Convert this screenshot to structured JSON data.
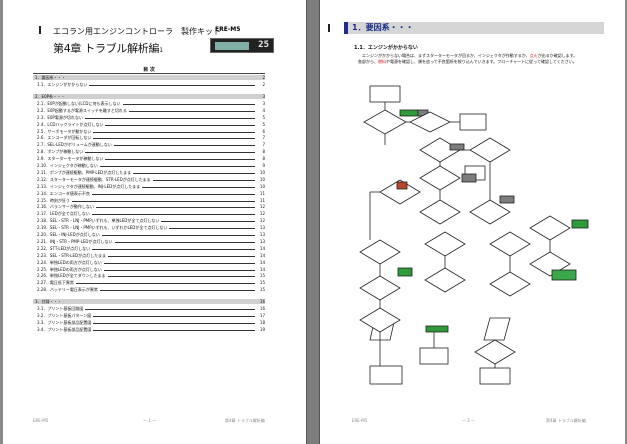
{
  "left_page": {
    "title_line1": "エコラン用エンジンコントローラ　製作キット",
    "badge": "ERE-M5",
    "title_line2_main": "第4章 トラブル解析編",
    "title_line2_small": "1",
    "lcd_value": "25",
    "toc_heading": "目 次",
    "sections": [
      {
        "label": "1．要因系・・・",
        "page": "2",
        "items": [
          {
            "label": "1.1．エンジンがかからない",
            "page": "2"
          }
        ]
      },
      {
        "label": "2．E0P系・・・",
        "page": "3",
        "items": [
          {
            "label": "2.1．E0Pが起動しない(LCDに何も表示しない",
            "page": "3"
          },
          {
            "label": "2.2．E0P起動するが電源スイッチを離すと切れる",
            "page": "4"
          },
          {
            "label": "2.3．E0P電源が切れない",
            "page": "5"
          },
          {
            "label": "2.4．LCDバックライトが点灯しない",
            "page": "5"
          },
          {
            "label": "2.5．サーボモータが動かない",
            "page": "6"
          },
          {
            "label": "2.6．エンコーダが回転しない",
            "page": "7"
          },
          {
            "label": "2.7．SEL-LEDがボリュームが連動しない",
            "page": "7"
          },
          {
            "label": "2.8．ポンプが稼動しない",
            "page": "8"
          },
          {
            "label": "2.9．スターターモータが稼動しない",
            "page": "8"
          },
          {
            "label": "2.10．インジェクタが稼動しない",
            "page": "9"
          },
          {
            "label": "2.11．ポンプが連続駆動、PMP-LEDが点灯したまま",
            "page": "10"
          },
          {
            "label": "2.12．スターターモータが連続駆動、STR-LEDが点灯したまま",
            "page": "10"
          },
          {
            "label": "2.13．インジェクタが連続駆動、INJ-LEDが点灯したまま",
            "page": "10"
          },
          {
            "label": "2.14．エンコーダ値表示不良",
            "page": "11"
          },
          {
            "label": "2.15．時刻が狂う",
            "page": "11"
          },
          {
            "label": "2.16．バランサーが動作しない",
            "page": "12"
          },
          {
            "label": "2.17．LEDが全て点灯しない",
            "page": "12"
          },
          {
            "label": "2.18．SEL・STR・LNJ・PMPいずれも、単独LEDが全て点灯しない",
            "page": "12"
          },
          {
            "label": "2.19．SEL・STR・LNJ・PMPいずれも、いずれかLEDが全て点灯しない",
            "page": "13"
          },
          {
            "label": "2.20．SEL・INJ-LEDが点灯しない",
            "page": "13"
          },
          {
            "label": "2.21．INJ・STR・PMP-LEDが点灯しない",
            "page": "13"
          },
          {
            "label": "2.22．STT-LEDが点灯しない",
            "page": "14"
          },
          {
            "label": "2.23．SEL・STR-LEDが点灯したまま",
            "page": "14"
          },
          {
            "label": "2.24．単独LEDの両方が点灯しない",
            "page": "14"
          },
          {
            "label": "2.25．単独LEDの両方が点灯しない",
            "page": "14"
          },
          {
            "label": "2.26．単独LEDが全てダウンしたまま",
            "page": "15"
          },
          {
            "label": "2.27．電圧低下異常",
            "page": "15"
          },
          {
            "label": "2.28．バッテリー電圧表示が異常",
            "page": "15"
          }
        ]
      },
      {
        "label": "3．付録・・・",
        "page": "16",
        "items": [
          {
            "label": "3.1．プリント基板回路図",
            "page": "16"
          },
          {
            "label": "3.2．プリント基板パターン図",
            "page": "17"
          },
          {
            "label": "3.3．プリント基板部品配置図",
            "page": "18"
          },
          {
            "label": "3.4．プリント基板部品配置図",
            "page": "19"
          }
        ]
      }
    ],
    "footer_left": "ERE-M5",
    "footer_center": "— 1 —",
    "footer_right": "第4章 トラブル解析編"
  },
  "right_page": {
    "title": "1．要因系・・・",
    "subtitle": "1.1．エンジンがかからない",
    "body_lines": [
      {
        "pre": "　エンジンがかからない場合は、まずスターターモータが回るか、インジェクタが作動するか、",
        "red": "点火",
        "post": "が出るか確認します。"
      },
      {
        "pre": "各部から、",
        "red": "燃料",
        "post": "や電源を確認し、順を追って不良箇所を絞り込んでいきます。フローチャートに従って確認してください。"
      }
    ],
    "footer_left": "ERE-M5",
    "footer_center": "— 2 —",
    "footer_right": "第4章 トラブル解析編"
  },
  "colors": {
    "title_blue": "#1a2d8c",
    "accent_red": "#d01616",
    "flow_green": "#2e9a3a",
    "page_bg": "#ffffff",
    "desk_bg": "#8a8a8a"
  }
}
